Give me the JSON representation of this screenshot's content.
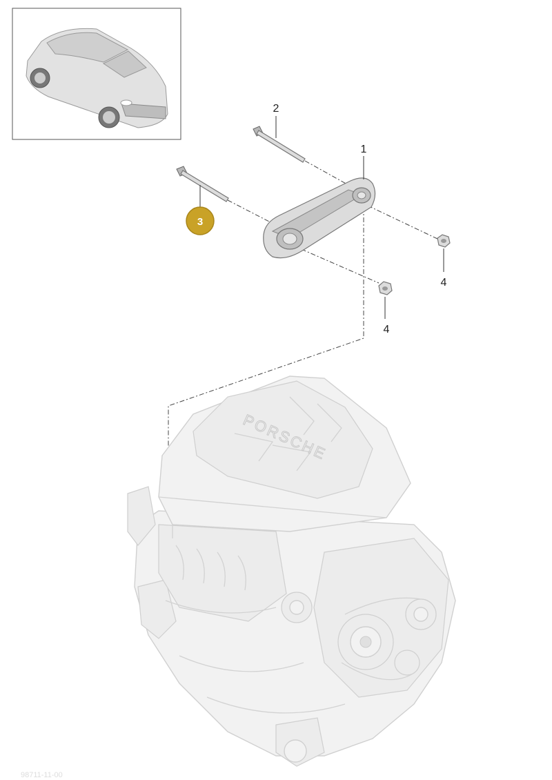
{
  "callouts": [
    {
      "id": "1",
      "label": "1"
    },
    {
      "id": "2",
      "label": "2"
    },
    {
      "id": "3",
      "label": "3",
      "highlighted": true
    },
    {
      "id": "4a",
      "label": "4"
    },
    {
      "id": "4b",
      "label": "4"
    }
  ],
  "engine_cover_logo": "PORSCHE",
  "reference_code": "98711-11-00",
  "colors": {
    "highlight": "#c9a227",
    "highlight_stroke": "#a8851a",
    "line": "#333333",
    "engine": "#f2f2f2"
  }
}
